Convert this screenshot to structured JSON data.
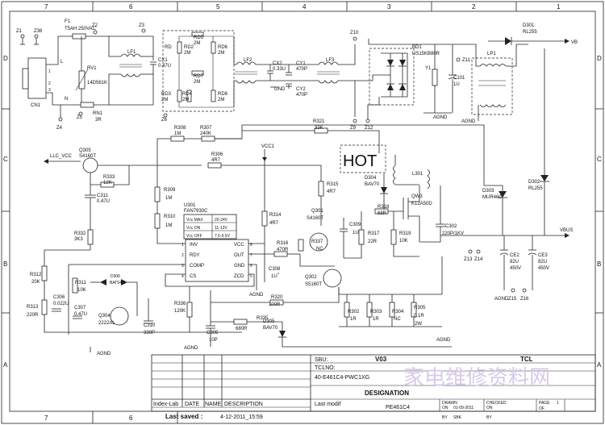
{
  "grid": {
    "columns": [
      "7",
      "6",
      "5",
      "4",
      "3",
      "2",
      "1"
    ],
    "rows": [
      "D",
      "C",
      "B",
      "A"
    ]
  },
  "hot_label": "HOT",
  "components": {
    "Z1": "Z1",
    "Z36": "Z36",
    "F1": "F1",
    "F1v": "T5AH 250VAC",
    "Z2": "Z2",
    "Z3": "Z3",
    "RD": "RD",
    "RD2": "RD2",
    "RD2v": "2M",
    "RD3": "RD3",
    "RD3v": "2M",
    "RD1": "RD1",
    "RD1v": "2M",
    "RD4": "RD4",
    "RD4v": "2M",
    "RD5": "RD5",
    "RD5v": "2M",
    "RD7": "RD7",
    "RD7v": "2M",
    "RD6": "RD6",
    "RD6v": "2M",
    "RD8": "RD8",
    "RD8v": "2M",
    "L": "L",
    "N": "N",
    "CN1": "CN1",
    "RV1": "RV1",
    "RV1v": "14D561K",
    "RN1": "RN1",
    "RN1v": "3R",
    "Z4": "Z4",
    "Z5": "Z5",
    "Z6": "Z6",
    "LF1": "LF1",
    "CX1": "CX1",
    "CX1v": "0.47U",
    "LF2": "LF2",
    "CX2": "CX2",
    "CX2v": "0.33U",
    "CY1": "CY1",
    "CY1v": "470P",
    "GND": "GND",
    "CY2": "CY2",
    "CY2v": "470P",
    "LF3": "LF3",
    "Z10": "Z10",
    "Z9": "Z9",
    "Z12": "Z12",
    "BD1": "BD1",
    "BD1v": "US15KB80R",
    "Y1": "Y1",
    "Z11": "Z11",
    "C101": "C101",
    "C101v": "1U",
    "AGND": "AGND",
    "LP1": "LP1",
    "D301": "D301",
    "D301v": "RL255",
    "VB": "VB",
    "R308": "R308",
    "R308v": "1M",
    "R307": "R307",
    "R307v": "240K",
    "R321": "R321",
    "R321v": "33K",
    "LLC_VCC": "LLC_VCC",
    "Q305": "Q305",
    "Q305v": "S4160T",
    "R306": "R306",
    "R306v": "4R7",
    "VCC1": "VCC1",
    "R333": "R333",
    "R333v": "12K",
    "C311": "C311",
    "C311v": "0.47U",
    "R309": "R309",
    "R309v": "1M",
    "R310": "R310",
    "R310v": "1M",
    "R332": "R332",
    "R332v": "3K3",
    "U301": "U301",
    "U301v": "FAN7930C",
    "VccMax": "Vcc MAX",
    "VccMaxV": "20-24V",
    "VccOn": "Vcc ON",
    "VccOnV": "11-13V",
    "VccOff": "Vcc OFF",
    "VccOffV": "7.5-9.5V",
    "INV": "INV",
    "VCC": "VCC",
    "RDY": "RDY",
    "OUT": "OUT",
    "COMP": "COMP",
    "GNDp": "GND",
    "CS": "CS",
    "ZCD": "ZCD",
    "R314": "R314",
    "R314v": "4R7",
    "R315": "R315",
    "R315v": "4R7",
    "Q301": "Q301",
    "Q301v": "S4160T",
    "C309": "C309",
    "C309v": "1U",
    "R337": "R337",
    "R337v": "NC",
    "R316": "R316",
    "R316v": "470R",
    "C308": "C308",
    "C308v": "1U",
    "Q302": "Q302",
    "Q302v": "S5160T",
    "D304": "D304",
    "D304v": "BAV70",
    "R318": "R318",
    "R318v": "68R",
    "QW3": "QW3",
    "QW3v": "K12A50D",
    "R317": "R317",
    "R317v": "22R",
    "R319": "R319",
    "R319v": "10K",
    "L301": "L301",
    "C302": "C302",
    "C302v": "220P/1KV",
    "D303": "D303",
    "D303v": "MUR460",
    "D302": "D302",
    "D302v": "RL255",
    "VBUS": "VBUS",
    "Z13": "Z13",
    "Z14": "Z14",
    "CE2": "CE2",
    "CE2v": "82U",
    "CE2v2": "450V",
    "CE3": "CE3",
    "CE3v": "82U",
    "CE3v2": "450V",
    "Z15": "Z15",
    "Z16": "Z16",
    "R312": "R312",
    "R312v": "20K",
    "R313": "R313",
    "R313v": "220R",
    "R311": "R311",
    "R311v": "10K",
    "C306": "C306",
    "C306v": "0.022U",
    "C307": "C307",
    "C307v": "0.47U",
    "D306": "D306",
    "D306v": "BAT54C",
    "Q304": "Q304",
    "Q304v": "2222AL",
    "C310": "C310",
    "C310v": "330P",
    "R336": "R336",
    "R336v": "120K",
    "C305": "C305",
    "C305v": "10P",
    "R320": "R320",
    "R320v": "100R",
    "R335": "R335",
    "R335v": "680R",
    "D305": "D305",
    "D305v": "BAV70",
    "R302": "R302",
    "R302v": "1R",
    "R303": "R303",
    "R303v": "1R",
    "R304": "R304",
    "R304v": "NC",
    "R305": "R305",
    "R305v": "0.1R",
    "R305v2": "2W"
  },
  "title_block": {
    "sbu_label": "SBU:",
    "version": "V03",
    "tclno_label": "TCLNO:",
    "part_no": "40-E461C4-PWC1XG",
    "designation_label": "DESIGNATION",
    "designation": "PE461C4",
    "index_lab": "Index-Lab",
    "date": "DATE",
    "name": "NAME",
    "description": "DESCRIPTION",
    "last_modif": "Last modif",
    "last_saved_label": "Last saved :",
    "last_saved_value": "4-12-2011_15:59",
    "drawn": "DRAWN",
    "checked": "CHECKED",
    "page": "PAGE",
    "page_value": "1",
    "of": "OF",
    "on_label": "ON",
    "by_label": "BY",
    "date_a": "01-09-2011",
    "by_a": "SBK",
    "brand": "TCL",
    "watermark": "家电维修资料网"
  }
}
